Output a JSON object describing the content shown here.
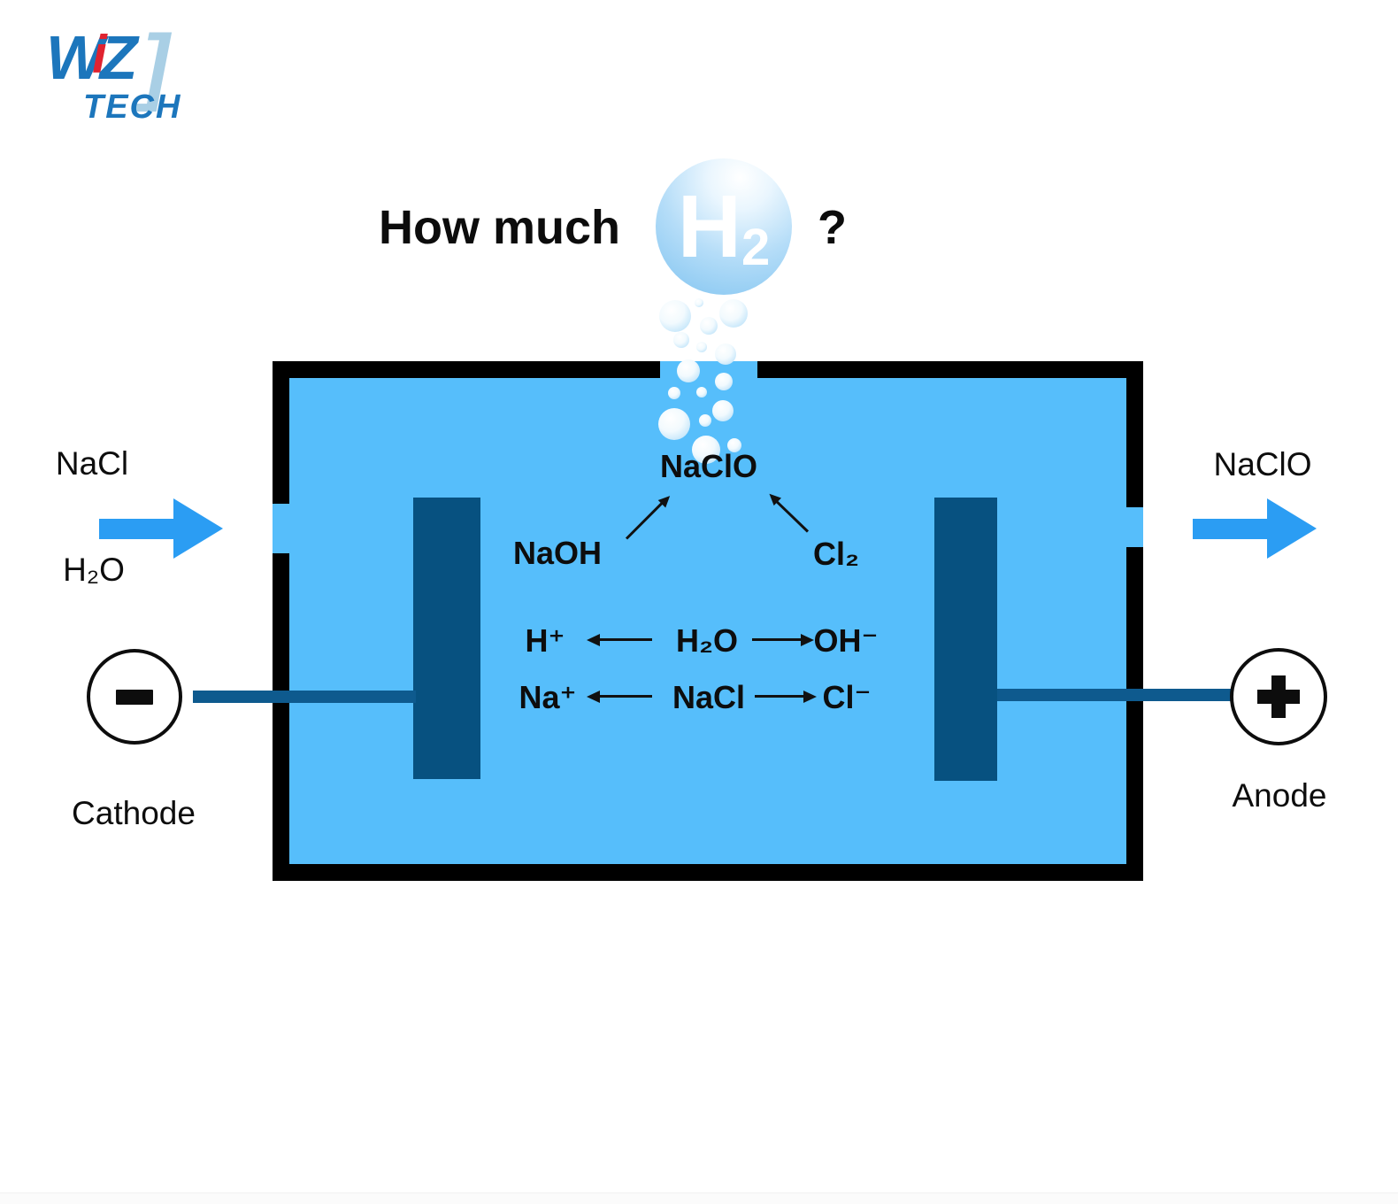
{
  "logo": {
    "w": "W",
    "i": "i",
    "z": "Z",
    "bracket": "]",
    "tech": "TECH"
  },
  "title": {
    "prefix": "How much",
    "gas_main": "H",
    "gas_sub": "2",
    "question_mark": "?"
  },
  "inflow": {
    "top_label": "NaCl",
    "bottom_label": "H₂O"
  },
  "outflow": {
    "label": "NaClO"
  },
  "terminals": {
    "cathode_sign": "-",
    "cathode_label": "Cathode",
    "anode_sign": "+",
    "anode_label": "Anode"
  },
  "reactions": {
    "product_top": "NaClO",
    "left_reagent": "NaOH",
    "right_reagent": "Cl₂",
    "rows": [
      {
        "left": "H⁺",
        "center": "H₂O",
        "right": "OH⁻"
      },
      {
        "left": "Na⁺",
        "center": "NaCl",
        "right": "Cl⁻"
      }
    ]
  },
  "colors": {
    "electrolyte": "#56befb",
    "tank_wall": "#000000",
    "electrode": "#075180",
    "wire": "#0e5a8e",
    "flow_arrow": "#2b9df3",
    "logo_blue": "#1c76bc",
    "logo_red": "#e02330",
    "logo_bracket": "#a9cfe5"
  },
  "bubbles": [
    [
      790,
      342,
      5
    ],
    [
      763,
      357,
      18
    ],
    [
      829,
      354,
      16
    ],
    [
      801,
      368,
      10
    ],
    [
      770,
      384,
      9
    ],
    [
      793,
      392,
      6
    ],
    [
      820,
      400,
      12
    ],
    [
      778,
      419,
      13
    ],
    [
      818,
      431,
      10
    ],
    [
      762,
      444,
      7
    ],
    [
      793,
      443,
      6
    ],
    [
      817,
      464,
      12
    ],
    [
      762,
      479,
      18
    ],
    [
      797,
      475,
      7
    ],
    [
      798,
      508,
      16
    ],
    [
      830,
      503,
      8
    ]
  ]
}
